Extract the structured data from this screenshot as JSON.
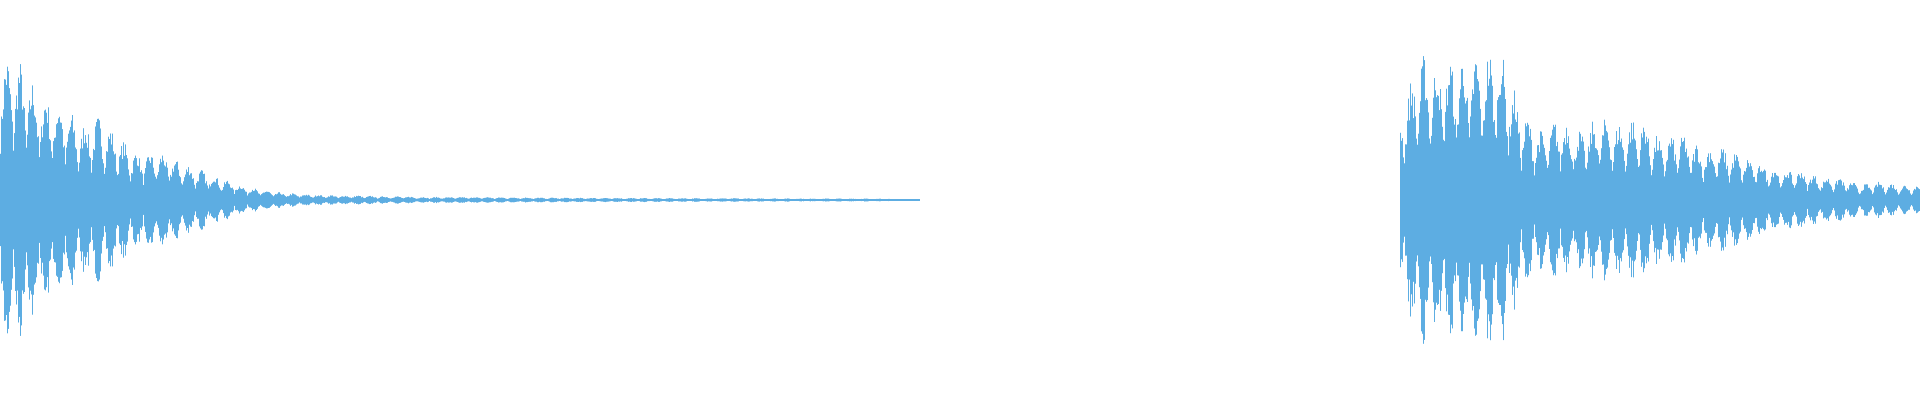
{
  "waveform": {
    "color": "#5dade2",
    "background": "#ffffff",
    "peak_envelope": [
      0.95,
      0.9,
      0.7,
      0.65,
      0.5,
      0.55,
      0.4,
      0.3,
      0.32,
      0.25,
      0.2,
      0.15,
      0.1,
      0.07,
      0.05,
      0.04,
      0.035,
      0.03,
      0.03,
      0.025,
      0.025,
      0.02,
      0.02,
      0.02,
      0.02,
      0.018,
      0.018,
      0.016,
      0.016,
      0.015,
      0.015,
      0.014,
      0.014,
      0.013,
      0.013,
      0.012,
      0.012,
      0.012,
      0.011,
      0.011,
      0.01,
      0.01,
      0.01,
      0.01,
      0.01,
      0.005,
      0,
      0,
      0,
      0,
      0,
      0,
      0,
      0,
      0,
      0,
      0,
      0,
      0,
      0,
      0,
      0,
      0,
      0,
      0,
      0,
      0,
      0,
      0,
      0,
      0.6,
      0.95,
      0.9,
      0.95,
      0.95,
      1.0,
      0.6,
      0.45,
      0.55,
      0.45,
      0.55,
      0.5,
      0.55,
      0.4,
      0.45,
      0.35,
      0.35,
      0.3,
      0.25,
      0.2,
      0.2,
      0.15,
      0.15,
      0.1,
      0.12,
      0.1
    ]
  }
}
